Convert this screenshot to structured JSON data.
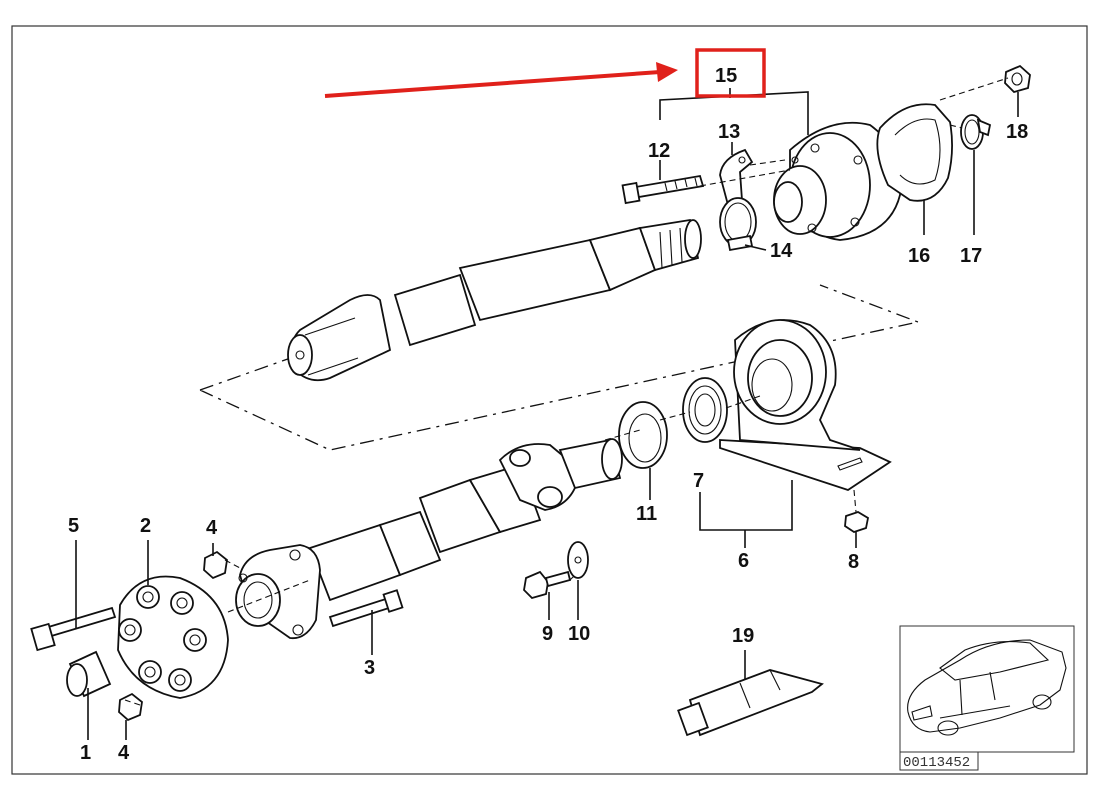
{
  "diagram": {
    "callouts": [
      {
        "id": "c1",
        "label": "1"
      },
      {
        "id": "c2",
        "label": "2"
      },
      {
        "id": "c3",
        "label": "3"
      },
      {
        "id": "c4a",
        "label": "4"
      },
      {
        "id": "c4b",
        "label": "4"
      },
      {
        "id": "c5",
        "label": "5"
      },
      {
        "id": "c6",
        "label": "6"
      },
      {
        "id": "c7",
        "label": "7"
      },
      {
        "id": "c8",
        "label": "8"
      },
      {
        "id": "c9",
        "label": "9"
      },
      {
        "id": "c10",
        "label": "10"
      },
      {
        "id": "c11",
        "label": "11"
      },
      {
        "id": "c12",
        "label": "12"
      },
      {
        "id": "c13",
        "label": "13"
      },
      {
        "id": "c14",
        "label": "14"
      },
      {
        "id": "c15",
        "label": "15"
      },
      {
        "id": "c16",
        "label": "16"
      },
      {
        "id": "c17",
        "label": "17"
      },
      {
        "id": "c18",
        "label": "18"
      },
      {
        "id": "c19",
        "label": "19"
      }
    ],
    "highlighted_part": "15",
    "highlight_color": "#e0211b",
    "line_color": "#111111",
    "inset_id": "00113452"
  }
}
